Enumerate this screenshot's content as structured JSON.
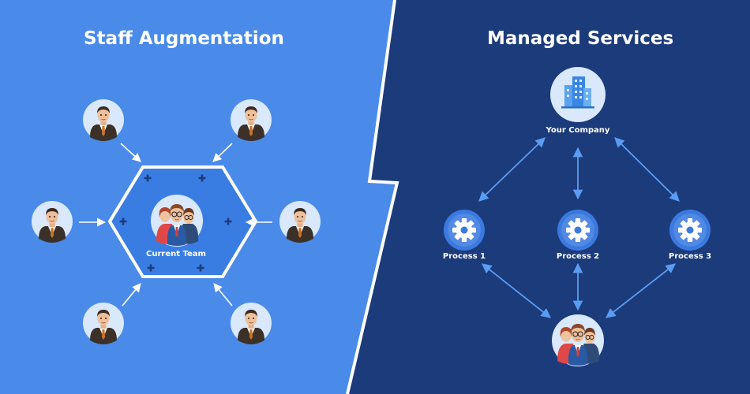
{
  "left": {
    "title": "Staff Augmentation",
    "team_label": "Current Team",
    "staff_count": 6
  },
  "right": {
    "title": "Managed Services",
    "company_label": "Your Company",
    "processes": [
      {
        "label": "Process 1"
      },
      {
        "label": "Process 2"
      },
      {
        "label": "Process 3"
      }
    ]
  },
  "colors": {
    "left_bg": "#4a8be9",
    "right_bg": "#1c3b7b",
    "avatar_bg": "#d9e8fb",
    "suit": "#3c3128",
    "accent": "#3a79e0"
  },
  "icons": [
    "person-avatar-icon",
    "team-group-icon",
    "building-icon",
    "gear-icon",
    "arrow-icon",
    "plus-icon"
  ]
}
